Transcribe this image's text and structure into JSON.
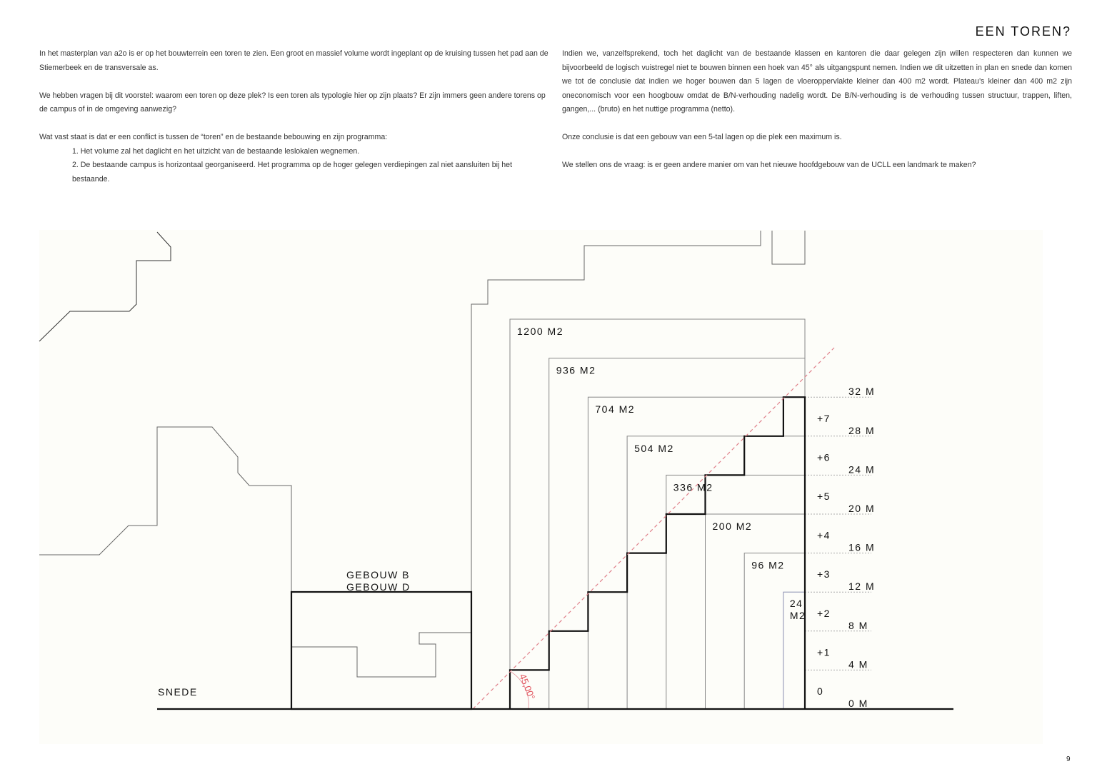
{
  "title": "EEN TOREN?",
  "page_number": "9",
  "left_column": {
    "p1": "In het masterplan van a2o is er op het bouwterrein een toren te zien. Een groot en massief volume wordt ingeplant op de kruising tussen het pad aan de Stiemerbeek en de transversale as.",
    "p2": "We hebben vragen bij dit voorstel: waarom een toren op deze plek? Is een toren als typologie hier op zijn plaats? Er zijn immers geen andere torens op de campus of in de omgeving aanwezig?",
    "p3": "Wat vast staat is dat er een conflict is tussen de “toren” en de bestaande bebouwing en zijn programma:",
    "item1": "1. Het volume zal het daglicht en het uitzicht van de bestaande leslokalen wegnemen.",
    "item2": "2. De bestaande campus is horizontaal georganiseerd. Het programma op de hoger gelegen verdiepingen zal niet aansluiten bij het bestaande."
  },
  "right_column": {
    "p1": "Indien we, vanzelfsprekend, toch het daglicht van de bestaande klassen en kantoren die daar gelegen zijn willen respecteren dan kunnen we bijvoorbeeld de logisch vuistregel niet te bouwen binnen een hoek van 45° als uitgangspunt nemen. Indien we dit uitzetten in plan en snede dan komen we tot  de conclusie dat indien we hoger bouwen dan 5 lagen de vloeroppervlakte kleiner dan 400 m2 wordt. Plateau’s kleiner dan 400 m2 zijn oneconomisch voor een hoogbouw omdat de B/N-verhouding nadelig wordt. De B/N-verhouding is de verhouding tussen structuur, trappen, liften, gangen,... (bruto) en het nuttige programma (netto).",
    "p2": "Onze conclusie is dat een gebouw van een 5-tal lagen op die plek een maximum is.",
    "p3": "We stellen ons de vraag: is er geen andere manier om van het nieuwe hoofdgebouw van de UCLL een landmark te maken?"
  },
  "diagram": {
    "section_label": "SNEDE",
    "building_label_1": "GEBOUW B",
    "building_label_2": "GEBOUW D",
    "angle_label": "45,00°",
    "angle_color": "#e0505a",
    "areas": [
      "1200 M2",
      "936 M2",
      "704 M2",
      "504 M2",
      "336 M2",
      "200 M2",
      "96 M2",
      "24 M2"
    ],
    "area_24_lines": [
      "24",
      "M2"
    ],
    "floors": [
      "0",
      "+1",
      "+2",
      "+3",
      "+4",
      "+5",
      "+6",
      "+7"
    ],
    "heights": [
      "0 M",
      "4 M",
      "8 M",
      "12 M",
      "16 M",
      "20 M",
      "24 M",
      "28 M",
      "32 M"
    ]
  }
}
